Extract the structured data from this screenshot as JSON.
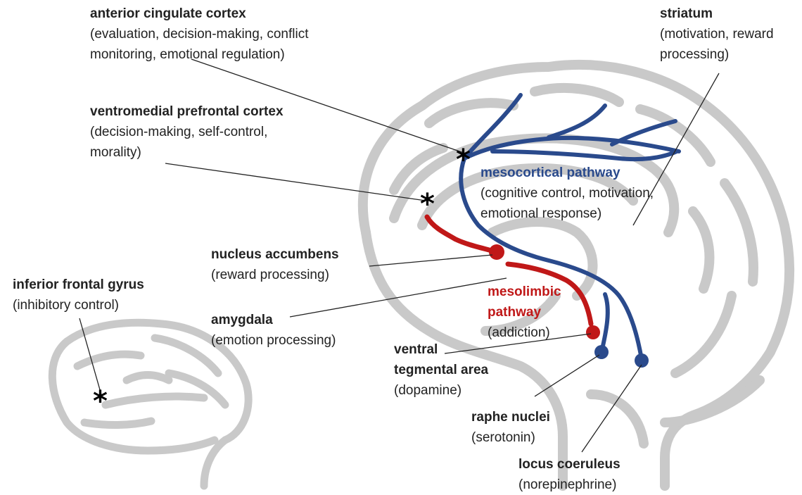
{
  "labels": {
    "anterior_cingulate": {
      "title": "anterior cingulate cortex",
      "desc": [
        "(evaluation, decision-making, conflict",
        "monitoring, emotional regulation)"
      ]
    },
    "striatum": {
      "title": "striatum",
      "desc": [
        "(motivation, reward",
        "processing)"
      ]
    },
    "vmpfc": {
      "title": "ventromedial prefrontal cortex",
      "desc": [
        "(decision-making, self-control,",
        "morality)"
      ]
    },
    "mesocortical": {
      "title": "mesocortical pathway",
      "desc": [
        "(cognitive control, motivation,",
        "emotional response)"
      ]
    },
    "nucleus_accumbens": {
      "title": "nucleus accumbens",
      "desc": [
        "(reward processing)"
      ]
    },
    "inferior_frontal": {
      "title": "inferior frontal gyrus",
      "desc": [
        "(inhibitory control)"
      ]
    },
    "mesolimbic": {
      "title": [
        "mesolimbic",
        "pathway"
      ],
      "desc": [
        "(addiction)"
      ]
    },
    "amygdala": {
      "title": "amygdala",
      "desc": [
        "(emotion processing)"
      ]
    },
    "vta": {
      "title": [
        "ventral",
        "tegmental area"
      ],
      "desc": [
        "(dopamine)"
      ]
    },
    "raphe": {
      "title": "raphe nuclei",
      "desc": [
        "(serotonin)"
      ]
    },
    "locus": {
      "title": "locus coeruleus",
      "desc": [
        "(norepinephrine)"
      ]
    }
  },
  "markers": {
    "asterisk": "*"
  },
  "colors": {
    "brain": "#c9c9c9",
    "blue_pathway": "#2a4a8c",
    "red_pathway": "#c01818",
    "leader": "#222222"
  }
}
